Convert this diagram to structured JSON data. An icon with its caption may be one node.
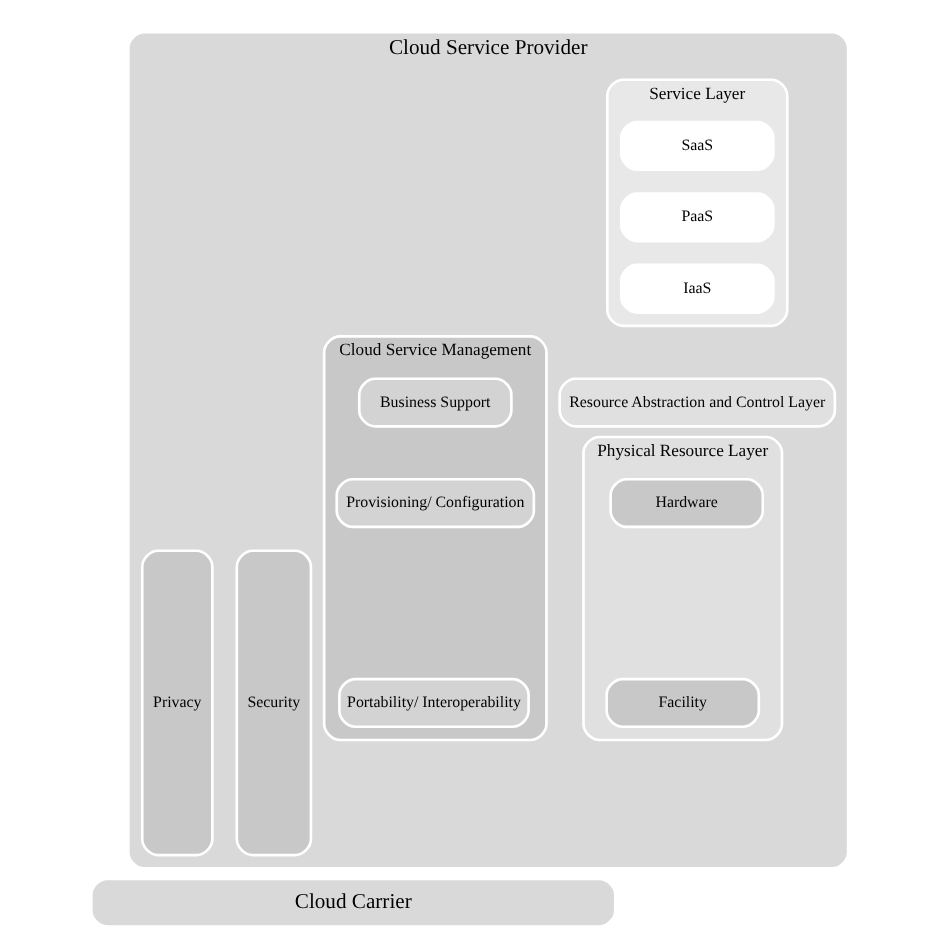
{
  "diagram": {
    "nodes": [
      {
        "text": [
          "Cloud Service Provider"
        ]
      },
      {
        "text": [
          "Service Layer"
        ],
        "in": 0
      },
      {
        "text": [
          "SaaS"
        ],
        "in": 1
      },
      {
        "text": [
          "PaaS"
        ],
        "in": 1
      },
      {
        "text": [
          "IaaS"
        ],
        "in": 1
      },
      {
        "text": [
          "Resource Abstraction and Control Layer"
        ],
        "in": 0
      },
      {
        "text": [
          "Physical Resource Layer"
        ],
        "in": 0
      },
      {
        "text": [
          "Hardware"
        ],
        "in": 6
      },
      {
        "text": [
          "Facility"
        ],
        "in": 6
      },
      {
        "text": [
          "Cloud Service Management"
        ],
        "in": 0
      },
      {
        "text": [
          "Business Support"
        ],
        "in": 9
      },
      {
        "text": [
          "Provisioning/ Configuration"
        ],
        "in": 9
      },
      {
        "text": [
          "Portability/ Interoperability"
        ],
        "in": 9
      },
      {
        "text": [
          "Security"
        ],
        "in": 0
      },
      {
        "text": [
          "Privacy"
        ],
        "in": 0
      },
      {
        "text": [
          "Cloud Carrier"
        ]
      }
    ]
  }
}
